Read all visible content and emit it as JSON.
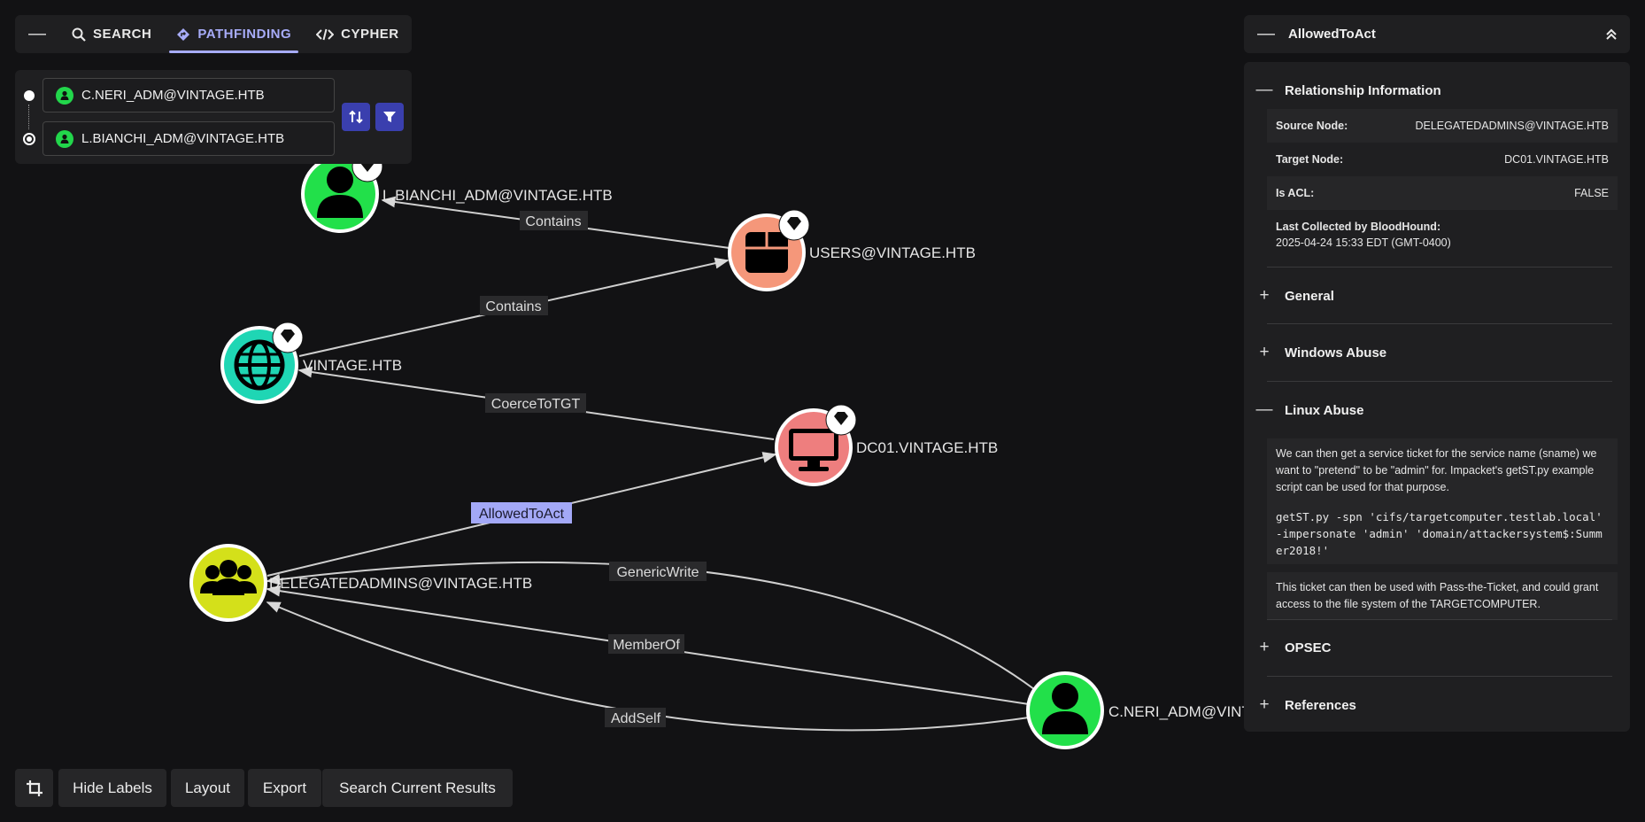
{
  "tabs": {
    "search": "SEARCH",
    "pathfinding": "PATHFINDING",
    "cypher": "CYPHER"
  },
  "pathfinding": {
    "start": "C.NERI_ADM@VINTAGE.HTB",
    "end": "L.BIANCHI_ADM@VINTAGE.HTB"
  },
  "graph": {
    "nodes": {
      "l_bianchi": "L.BIANCHI_ADM@VINTAGE.HTB",
      "users": "USERS@VINTAGE.HTB",
      "vintage": "VINTAGE.HTB",
      "dc01": "DC01.VINTAGE.HTB",
      "delegatedadmins": "DELEGATEDADMINS@VINTAGE.HTB",
      "c_neri": "C.NERI_ADM@VINTA"
    },
    "edges": {
      "contains1": "Contains",
      "contains2": "Contains",
      "coerce": "CoerceToTGT",
      "allowed": "AllowedToAct",
      "genericwrite": "GenericWrite",
      "memberof": "MemberOf",
      "addself": "AddSelf"
    },
    "colors": {
      "user": "#22e04a",
      "group_users": "#f5977a",
      "domain": "#1fd6b4",
      "computer": "#ee7e7e",
      "group_admins": "#d4e01a",
      "selected_edge": "#a3a8f7"
    }
  },
  "panel": {
    "title": "AllowedToAct",
    "relationship": {
      "heading": "Relationship Information",
      "source_label": "Source Node:",
      "source_value": "DELEGATEDADMINS@VINTAGE.HTB",
      "target_label": "Target Node:",
      "target_value": "DC01.VINTAGE.HTB",
      "acl_label": "Is ACL:",
      "acl_value": "FALSE",
      "collected_label": "Last Collected by BloodHound:",
      "collected_value": "2025-04-24 15:33 EDT (GMT-0400)"
    },
    "general": "General",
    "windows_abuse": "Windows Abuse",
    "linux_abuse": {
      "heading": "Linux Abuse",
      "text1": "We can then get a service ticket for the service name (sname) we want to \"pretend\" to be \"admin\" for. Impacket's getST.py example script can be used for that purpose.",
      "code": "getST.py -spn 'cifs/targetcomputer.testlab.local' -impersonate 'admin' 'domain/attackersystem$:Summer2018!'",
      "text2": "This ticket can then be used with Pass-the-Ticket, and could grant access to the file system of the TARGETCOMPUTER."
    },
    "opsec": "OPSEC",
    "references": "References"
  },
  "toolbar": {
    "hide_labels": "Hide Labels",
    "layout": "Layout",
    "export": "Export",
    "search_results": "Search Current Results"
  }
}
